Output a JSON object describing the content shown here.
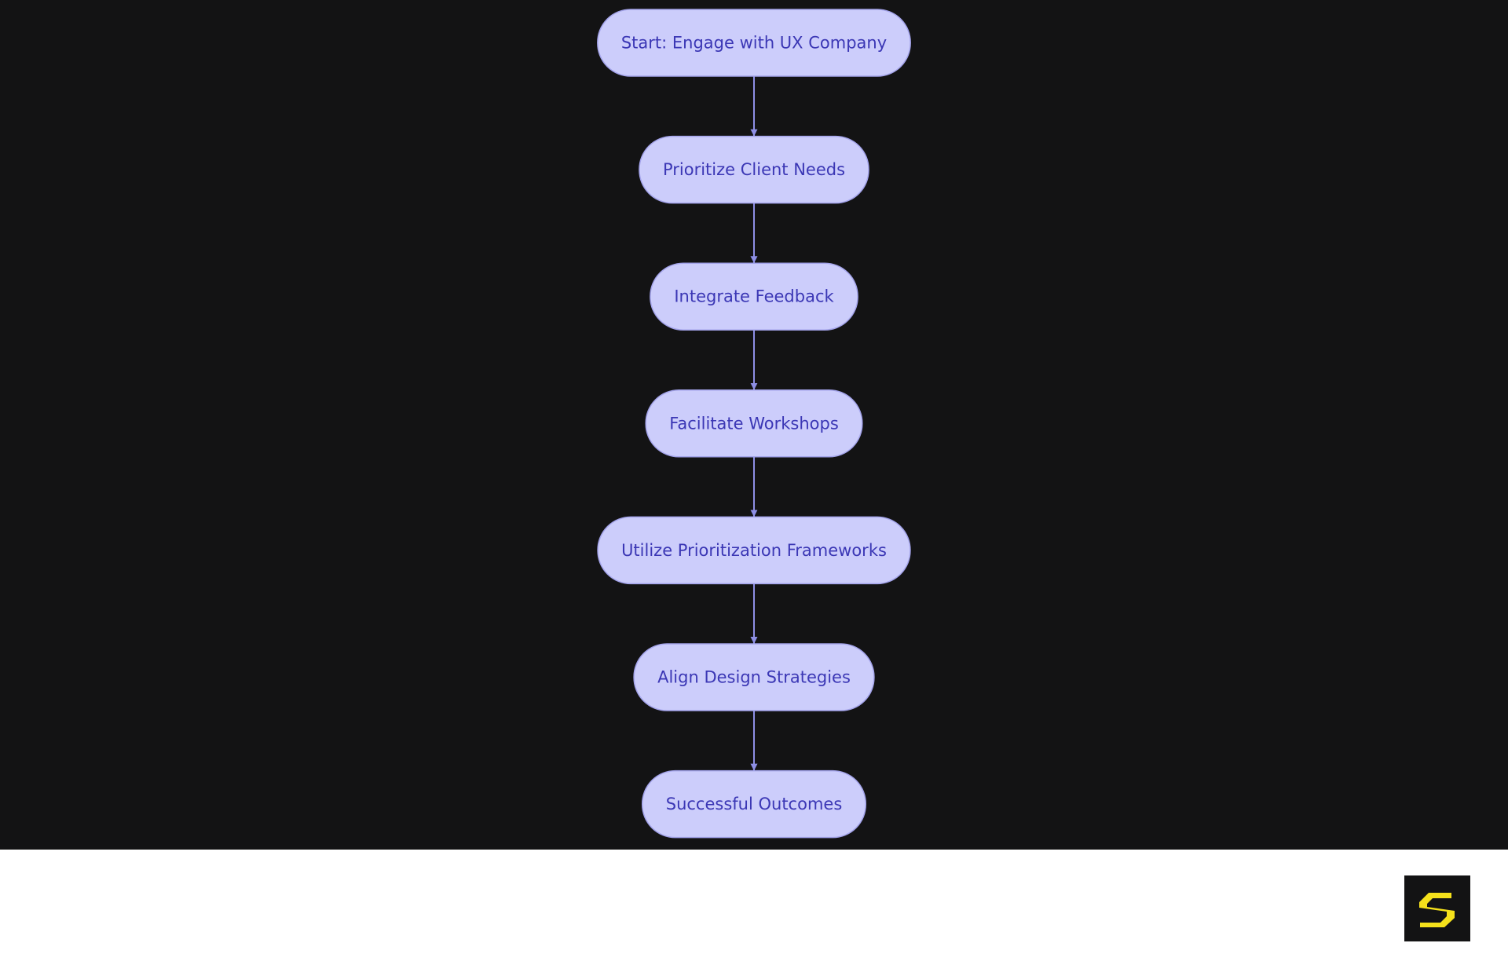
{
  "diagram": {
    "nodes": [
      {
        "id": "start",
        "label": "Start: Engage with UX Company"
      },
      {
        "id": "client-needs",
        "label": "Prioritize Client Needs"
      },
      {
        "id": "feedback",
        "label": "Integrate Feedback"
      },
      {
        "id": "workshops",
        "label": "Facilitate Workshops"
      },
      {
        "id": "frameworks",
        "label": "Utilize Prioritization Frameworks"
      },
      {
        "id": "strategies",
        "label": "Align Design Strategies"
      },
      {
        "id": "outcomes",
        "label": "Successful Outcomes"
      }
    ],
    "edges": [
      {
        "from": "start",
        "to": "client-needs"
      },
      {
        "from": "client-needs",
        "to": "feedback"
      },
      {
        "from": "feedback",
        "to": "workshops"
      },
      {
        "from": "workshops",
        "to": "frameworks"
      },
      {
        "from": "frameworks",
        "to": "strategies"
      },
      {
        "from": "strategies",
        "to": "outcomes"
      }
    ]
  },
  "colors": {
    "background": "#131314",
    "node_fill": "#cccdfb",
    "node_stroke": "#a3a3ea",
    "node_text": "#3b37b5",
    "edge": "#8e8fe6",
    "logo_background": "#131314",
    "logo_mark": "#f5e11b"
  },
  "logo": {
    "icon": "s-logo-icon"
  }
}
